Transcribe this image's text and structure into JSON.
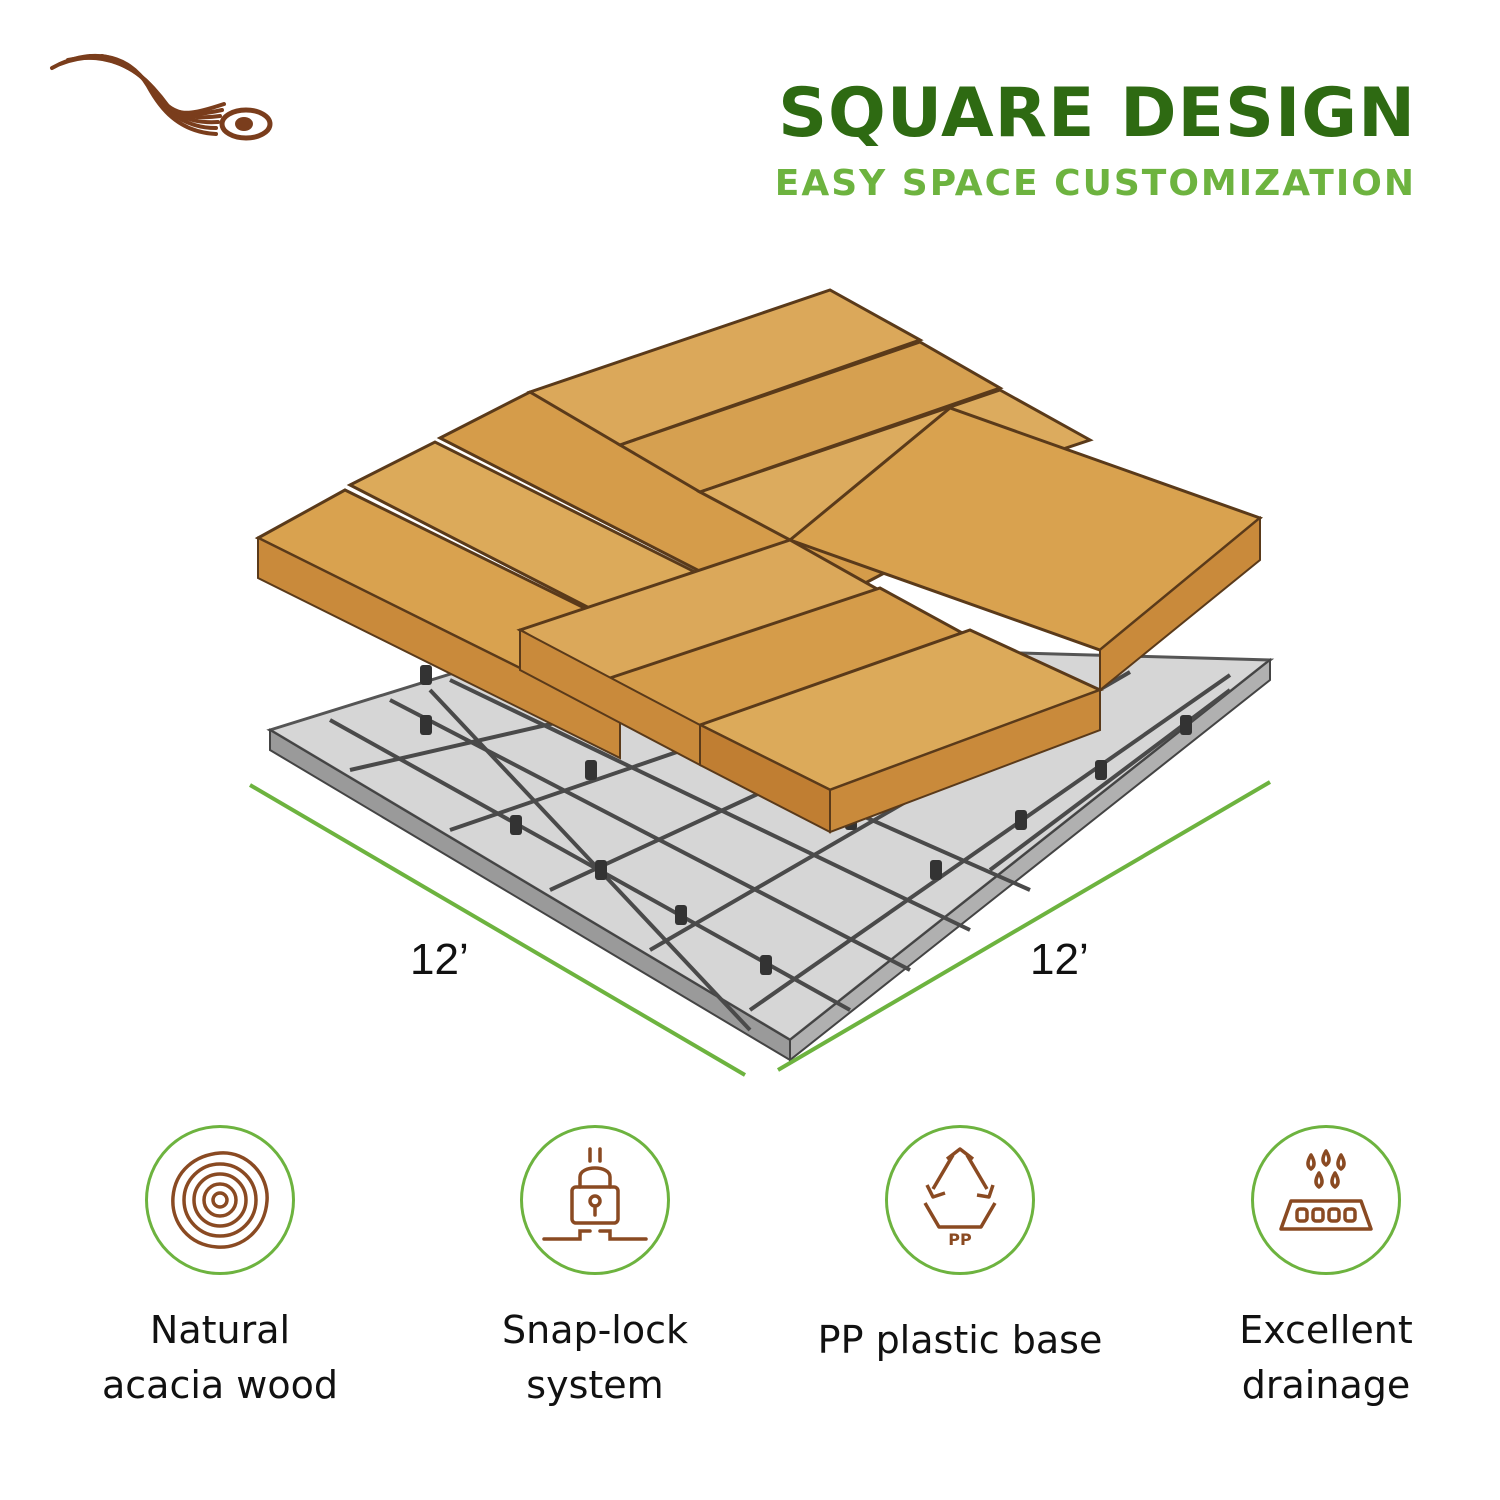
{
  "header": {
    "logo_icon": "wood-swirl-logo",
    "title": "SQUARE DESIGN",
    "subtitle": "EASY SPACE CUSTOMIZATION"
  },
  "product": {
    "image": "wood-deck-tile-on-plastic-base",
    "dimension_left": "12’",
    "dimension_right": "12’"
  },
  "features": [
    {
      "icon": "wood-rings-icon",
      "label_line1": "Natural",
      "label_line2": "acacia wood"
    },
    {
      "icon": "padlock-icon",
      "label_line1": "Snap-lock",
      "label_line2": "system"
    },
    {
      "icon": "recycle-pp-icon",
      "label_line1": "PP plastic base",
      "label_line2": "",
      "icon_text": "PP"
    },
    {
      "icon": "drainage-icon",
      "label_line1": "Excellent",
      "label_line2": "drainage"
    }
  ],
  "colors": {
    "title_green": "#2e6a12",
    "subtitle_green": "#6db33f",
    "icon_brown": "#8a4a22",
    "circle_green": "#6db33f",
    "wood": "#d9a24f"
  }
}
